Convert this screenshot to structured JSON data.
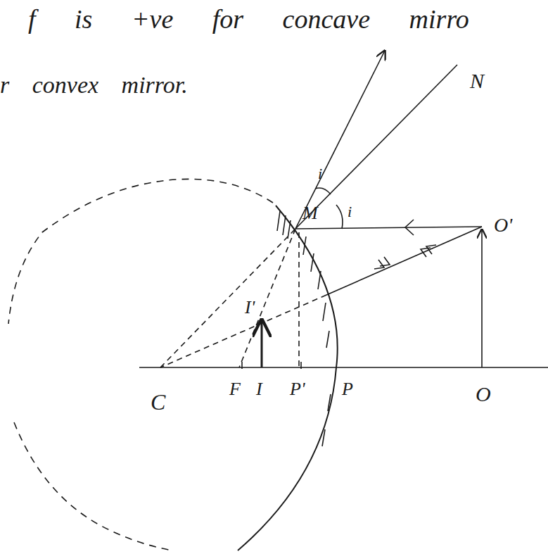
{
  "diagram": {
    "labels": [
      "f is +ve for concave mirro",
      "r convex mirror.",
      "N",
      "M",
      "i",
      "i",
      "O'",
      "I'",
      "C",
      "F",
      "I",
      "P'",
      "P",
      "O"
    ]
  }
}
